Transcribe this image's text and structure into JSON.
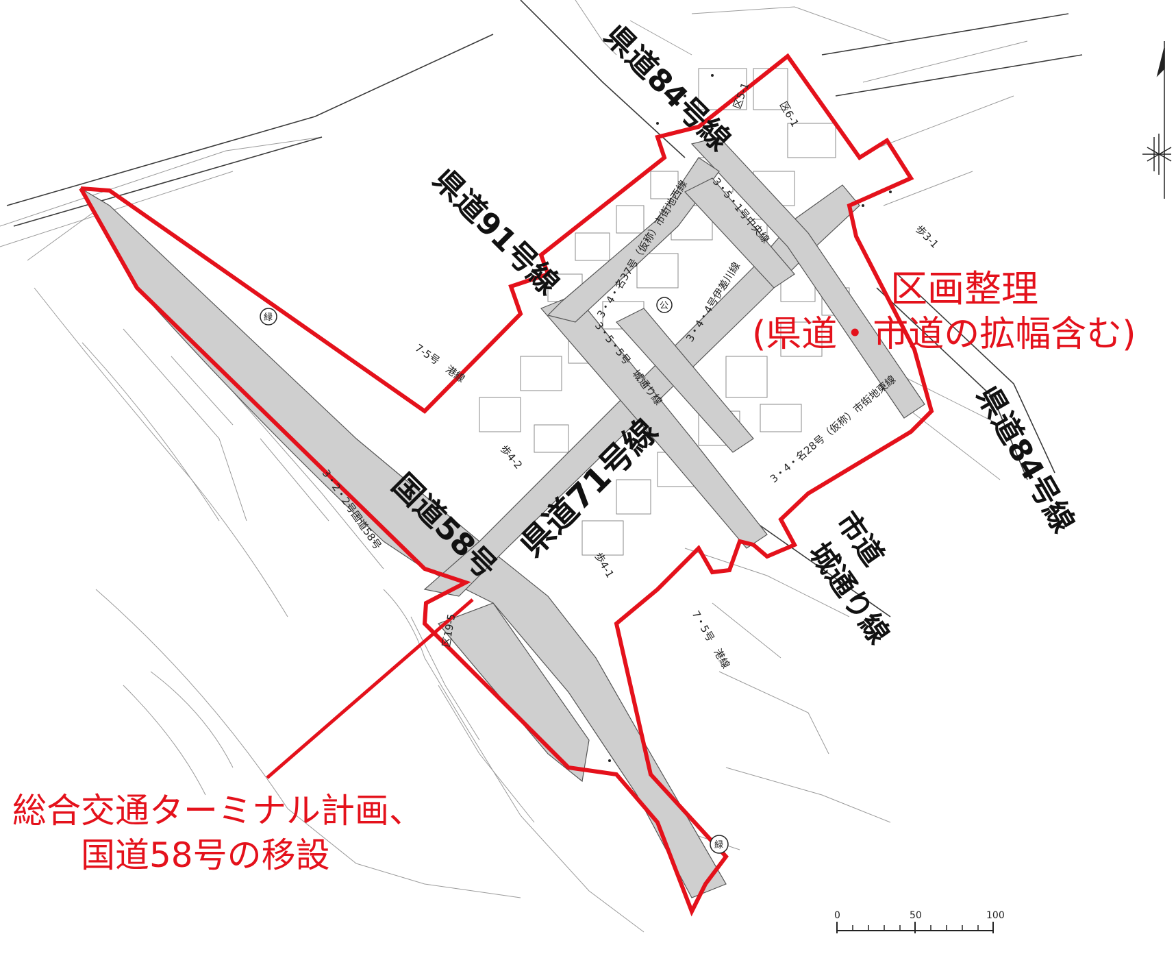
{
  "road_labels": {
    "pref84_top": "県道84号線",
    "pref84_right": "県道84号線",
    "pref91": "県道91号線",
    "pref71": "県道71号線",
    "national58": "国道58号",
    "city_road": "市道",
    "castle_road": "城通り線"
  },
  "annotations": {
    "readjust_line1": "区画整理",
    "readjust_line2": "(県道・市道の拡幅含む)",
    "terminal_line1": "総合交通ターミナル計画、",
    "terminal_line2": "国道58号の移設"
  },
  "plan_labels": {
    "r1": "3・5・1号中央線",
    "r2": "3・4・名37号（仮称）市街地西線",
    "r3": "3・4・4号伊差川線",
    "r4": "3・5・5号　城通り線",
    "r5": "3・4・名28号（仮称）市街地東線",
    "r6": "3・2・2号国道58号",
    "p1": "7-5号　港線",
    "p2": "7・5号　港線",
    "w1": "歩4-2",
    "w2": "歩4-1",
    "w3": "歩3-1",
    "k1": "区5-1",
    "k2": "区6-1",
    "k3": "区19-5",
    "sym_green": "緑",
    "sym_public": "公"
  },
  "scale_bar": {
    "ticks": [
      "0",
      "50",
      "100"
    ]
  },
  "colors": {
    "boundary": "#e4111b",
    "road_fill": "#cfcfcf",
    "annotation_text": "#e4111b"
  }
}
